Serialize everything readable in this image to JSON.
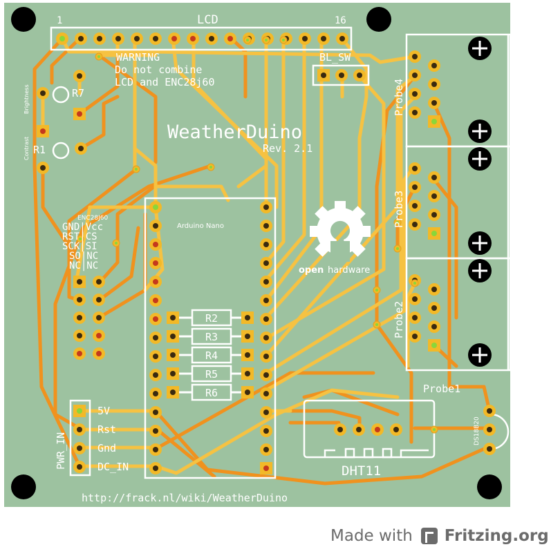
{
  "board": {
    "colors": {
      "substrate": "#9dc2a0",
      "trace_top": "#f6c242",
      "trace_bottom": "#f0921e",
      "copper": "#f2b928",
      "hole": "#3a2a10",
      "silkscreen": "#ffffff"
    },
    "title": "WeatherDuino",
    "revision": "Rev. 2.1",
    "url": "http://frack.nl/wiki/WeatherDuino",
    "lcd": {
      "label": "LCD",
      "pin_first": "1",
      "pin_last": "16"
    },
    "warning": [
      "WARNING",
      "Do not combine",
      "LCD and ENC28j60"
    ],
    "bl_sw": "BL_SW",
    "brightness": "Brightness",
    "contrast": "Contrast",
    "r7": "R7",
    "r1": "R1",
    "enc": {
      "title": "ENC28J60",
      "rows": [
        "GND|Vcc",
        "RST|CS",
        "SCK|SI",
        "SO|NC",
        "NC|NC"
      ]
    },
    "arduino": "Arduino Nano",
    "resistors": [
      "R2",
      "R3",
      "R4",
      "R5",
      "R6"
    ],
    "pwr_in": {
      "label": "PWR_IN",
      "pins": [
        "5V",
        "Rst",
        "Gnd",
        "DC_IN"
      ]
    },
    "probes": [
      "Probe4",
      "Probe3",
      "Probe2",
      "Probe1"
    ],
    "dht": "DHT11",
    "ds18b20": "DS18B20",
    "oshw": {
      "open": "open",
      "hardware": "hardware"
    },
    "icons": {
      "fiducial": "mounting-hole",
      "oshw": "open-hardware-gear"
    }
  },
  "footer": {
    "made_with": "Made with",
    "brand": "Fritzing.org",
    "logo_icon": "fritzing-logo-icon"
  }
}
